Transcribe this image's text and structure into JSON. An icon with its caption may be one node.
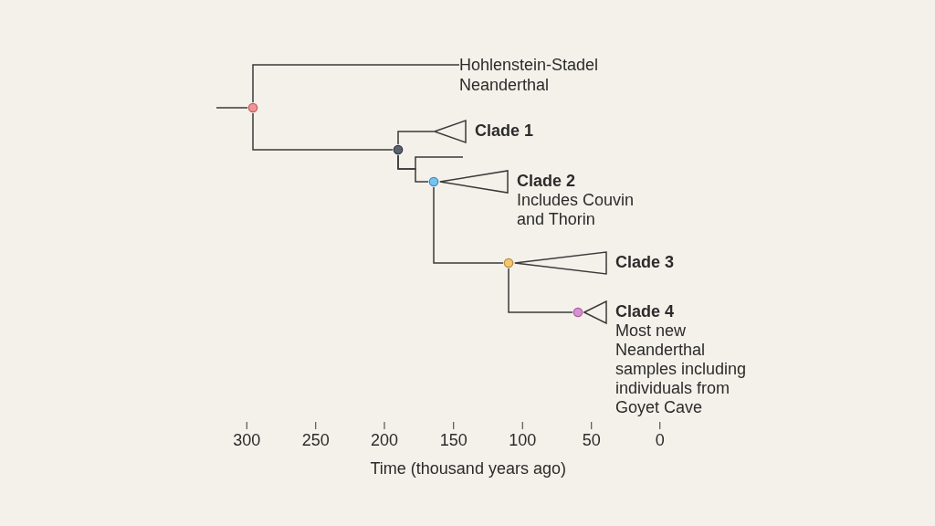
{
  "diagram": {
    "nodes": [
      {
        "text": [],
        "shape": "circle"
      },
      {
        "text": [
          "Hohlenstein-Stadel Neanderthal"
        ]
      },
      {
        "text": [],
        "shape": "circle"
      },
      {
        "text": [
          "Clade 1"
        ]
      },
      {
        "text": [],
        "shape": "circle"
      },
      {
        "text": [
          "Clade 2",
          "Includes Couvin and Thorin"
        ]
      },
      {
        "text": [],
        "shape": "circle"
      },
      {
        "text": [
          "Clade 3"
        ]
      },
      {
        "text": [],
        "shape": "circle"
      },
      {
        "text": [
          "Clade 4",
          "Most new Neanderthal samples including individuals from Goyet Cave"
        ]
      }
    ],
    "edges": [
      {
        "from": null,
        "to": 0,
        "arrow": "none"
      },
      {
        "from": 0,
        "to": 1,
        "arrow": "none"
      },
      {
        "from": 0,
        "to": 2,
        "arrow": "none"
      },
      {
        "from": 2,
        "to": 3,
        "arrow": "none"
      },
      {
        "from": 2,
        "to": null,
        "arrow": "none"
      },
      {
        "from": 2,
        "to": 4,
        "arrow": "none"
      },
      {
        "from": 4,
        "to": 6,
        "arrow": "none"
      },
      {
        "from": 6,
        "to": 8,
        "arrow": "none"
      }
    ],
    "labels": [
      "300",
      "250",
      "200",
      "150",
      "100",
      "50",
      "0",
      "Time (thousand years ago)"
    ]
  }
}
